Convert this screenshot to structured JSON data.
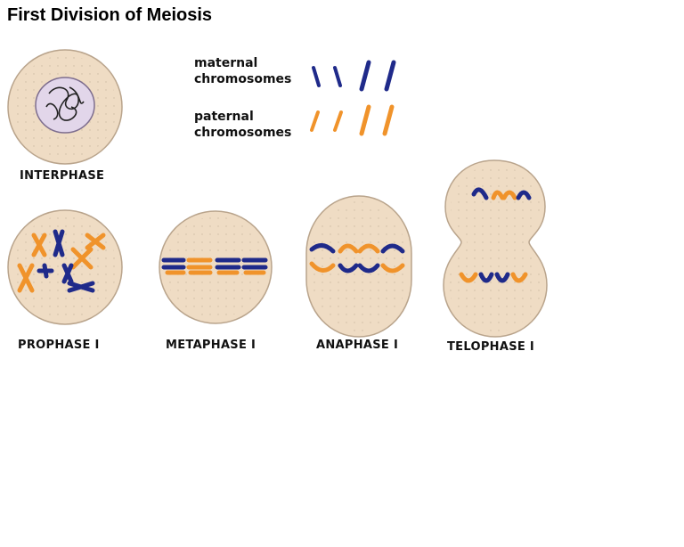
{
  "title": "First Division of Meiosis",
  "legend": {
    "maternal": {
      "line1": "maternal",
      "line2": "chromosomes",
      "color": "#1f2a8a"
    },
    "paternal": {
      "line1": "paternal",
      "line2": "chromosomes",
      "color": "#f0932b"
    }
  },
  "phases": {
    "interphase": "INTERPHASE",
    "prophase": "PROPHASE I",
    "metaphase": "METAPHASE I",
    "anaphase": "ANAPHASE I",
    "telophase": "TELOPHASE I"
  },
  "colors": {
    "cell_fill": "#efdcc4",
    "cell_stroke": "#b9a48c",
    "nucleus_fill": "#e2d6ea",
    "maternal": "#1f2a8a",
    "paternal": "#f0932b"
  }
}
